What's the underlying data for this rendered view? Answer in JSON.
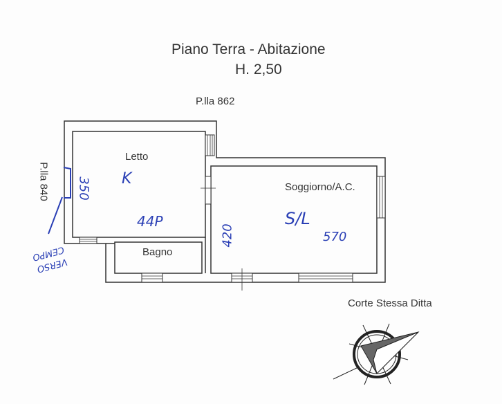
{
  "title": {
    "line1": "Piano Terra - Abitazione",
    "line2": "H. 2,50"
  },
  "parcels": {
    "north": "P.lla 862",
    "west": "P.lla 840"
  },
  "rooms": {
    "bedroom": "Letto",
    "bathroom": "Bagno",
    "living": "Soggiorno/A.C."
  },
  "courtyard": "Corte Stessa Ditta",
  "annotations": {
    "bedroom_width": "350",
    "bedroom_mark": "K",
    "bedroom_length": "44P",
    "living_width": "420",
    "living_mark": "S/L",
    "living_length": "570",
    "note": "VERSO CEMPO"
  },
  "colors": {
    "ink": "#333333",
    "pen": "#2a3fb5"
  }
}
